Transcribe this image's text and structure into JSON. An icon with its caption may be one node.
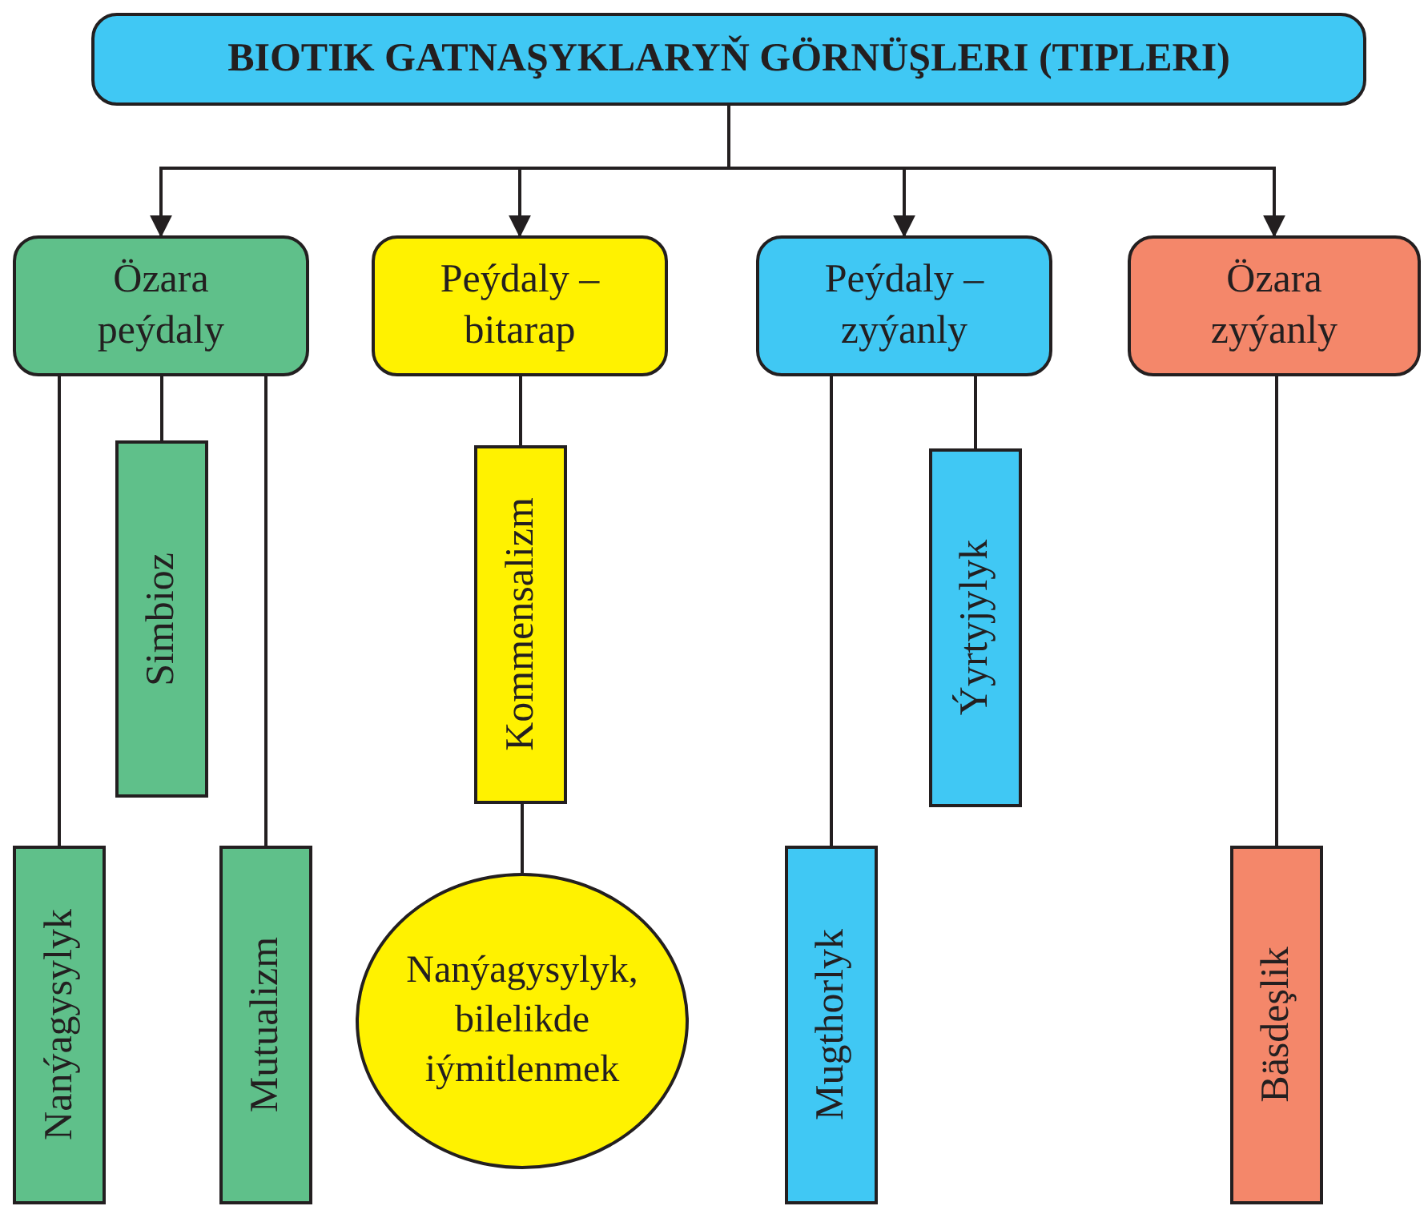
{
  "diagram": {
    "nodes": [
      {
        "text": [
          "BIOTIK GATNAŞYKLARYŇ GÖRNÜŞLERI (TIPLERI)"
        ]
      },
      {
        "text": [
          "Özara peýdaly"
        ]
      },
      {
        "text": [
          "Peýdaly – bitarap"
        ]
      },
      {
        "text": [
          "Peýdaly – zyýanly"
        ]
      },
      {
        "text": [
          "Özara zyýanly"
        ]
      },
      {
        "text": [
          "Simbioz"
        ]
      },
      {
        "text": [
          "Nanýagysylyk"
        ]
      },
      {
        "text": [
          "Mutualizm"
        ]
      },
      {
        "text": [
          "Kommensalizm"
        ]
      },
      {
        "text": [
          "Nanýagysylyk, bilelikde iýmitlenmek"
        ]
      },
      {
        "text": [
          "Ýyrtyjylyk"
        ]
      },
      {
        "text": [
          "Mugthorlyk"
        ]
      },
      {
        "text": [
          "Bäsdeşlik"
        ]
      }
    ],
    "edges": [
      {
        "from": 0,
        "to": 1,
        "arrow": "to"
      },
      {
        "from": 0,
        "to": 2,
        "arrow": "to"
      },
      {
        "from": 0,
        "to": 3,
        "arrow": "to"
      },
      {
        "from": 0,
        "to": 4,
        "arrow": "to"
      },
      {
        "from": 1,
        "to": 5,
        "arrow": "none"
      },
      {
        "from": 1,
        "to": 6,
        "arrow": "none"
      },
      {
        "from": 1,
        "to": 7,
        "arrow": "none"
      },
      {
        "from": 2,
        "to": 8,
        "arrow": "none"
      },
      {
        "from": 8,
        "to": 9,
        "arrow": "none"
      },
      {
        "from": 3,
        "to": 10,
        "arrow": "none"
      },
      {
        "from": 3,
        "to": 11,
        "arrow": "none"
      },
      {
        "from": 4,
        "to": 12,
        "arrow": "none"
      }
    ]
  }
}
